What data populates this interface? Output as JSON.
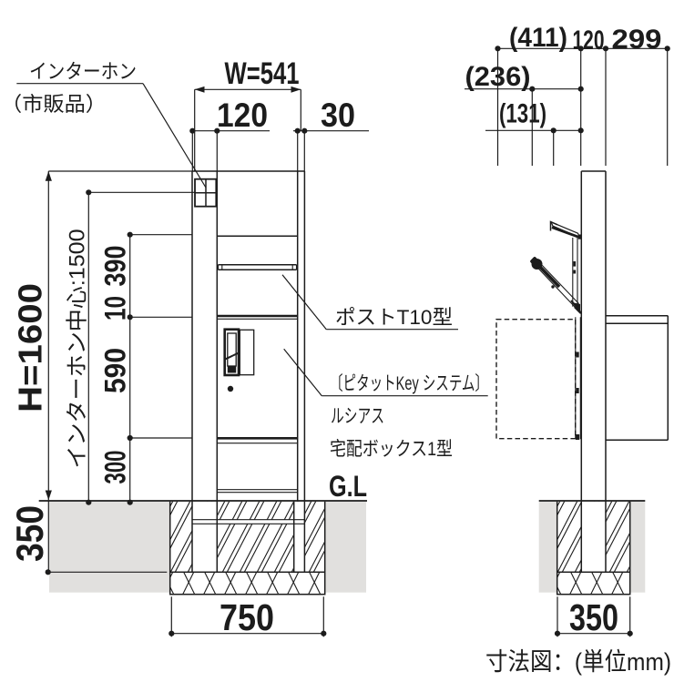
{
  "title_caption": "寸法図：(単位mm)",
  "front_view": {
    "labels": {
      "intercom_line1": "インターホン",
      "intercom_line2": "（市販品）",
      "ground_level": "G.L"
    },
    "dims": {
      "total_width": "W=541",
      "pillar_width": "120",
      "cap_width": "30",
      "total_height": "H=1600",
      "intercom_center": "インターホン中心:1500",
      "seg_top": "390",
      "seg_gap": "10",
      "seg_box": "590",
      "seg_bottom": "300",
      "embed_depth": "350",
      "footing_width": "750"
    }
  },
  "side_view": {
    "dims": {
      "total_depth": "(411)",
      "post_depth": "120",
      "rear_depth": "299",
      "open_depth": "(236)",
      "flap_depth": "(131)",
      "footing_width": "350"
    }
  },
  "callouts": {
    "post_model": "ポストT10型",
    "key_system": "〔ピタットKey システム〕",
    "brand": "ルシアス",
    "delivery_box": "宅配ボックス1型"
  },
  "colors": {
    "line": "#1c1c1c",
    "ground_fill": "#e1e0de"
  }
}
